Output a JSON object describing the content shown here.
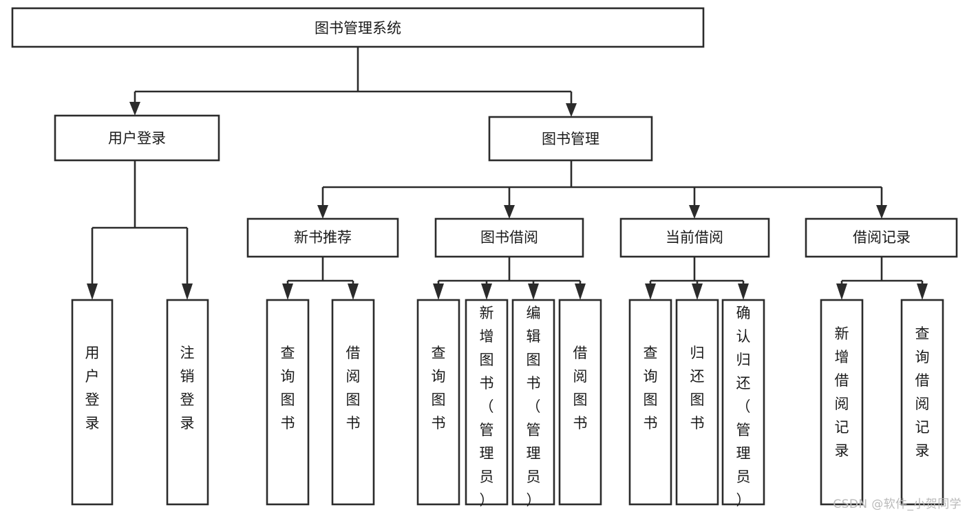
{
  "diagram": {
    "title": "图书管理系统",
    "type": "tree",
    "orientation": "top-down",
    "colors": {
      "box_fill": "#ffffff",
      "box_stroke": "#2b2b2b",
      "text": "#1a1a1a",
      "watermark": "#b9b9b9",
      "background": "#ffffff"
    }
  },
  "nodes": {
    "root": {
      "label": "图书管理系统",
      "level": 1,
      "orientation": "horizontal"
    },
    "level2": [
      {
        "id": "user-login",
        "label": "用户登录",
        "orientation": "horizontal"
      },
      {
        "id": "book-manage",
        "label": "图书管理",
        "orientation": "horizontal"
      }
    ],
    "level3": [
      {
        "id": "new-book-recommend",
        "label": "新书推荐",
        "parent": "book-manage",
        "orientation": "horizontal"
      },
      {
        "id": "book-borrow",
        "label": "图书借阅",
        "parent": "book-manage",
        "orientation": "horizontal"
      },
      {
        "id": "current-borrow",
        "label": "当前借阅",
        "parent": "book-manage",
        "orientation": "horizontal"
      },
      {
        "id": "borrow-record",
        "label": "借阅记录",
        "parent": "book-manage",
        "orientation": "horizontal"
      }
    ],
    "leaves": [
      {
        "id": "leaf-user-login",
        "label": "用户登录",
        "parent": "user-login",
        "orientation": "vertical"
      },
      {
        "id": "leaf-logout-login",
        "label": "注销登录",
        "parent": "user-login",
        "orientation": "vertical"
      },
      {
        "id": "leaf-query-book-1",
        "label": "查询图书",
        "parent": "new-book-recommend",
        "orientation": "vertical"
      },
      {
        "id": "leaf-borrow-book-1",
        "label": "借阅图书",
        "parent": "new-book-recommend",
        "orientation": "vertical"
      },
      {
        "id": "leaf-query-book-2",
        "label": "查询图书",
        "parent": "book-borrow",
        "orientation": "vertical"
      },
      {
        "id": "leaf-add-book-admin",
        "label": "新增图书（管理员）",
        "parent": "book-borrow",
        "orientation": "vertical"
      },
      {
        "id": "leaf-edit-book-admin",
        "label": "编辑图书（管理员）",
        "parent": "book-borrow",
        "orientation": "vertical"
      },
      {
        "id": "leaf-borrow-book-2",
        "label": "借阅图书",
        "parent": "book-borrow",
        "orientation": "vertical"
      },
      {
        "id": "leaf-query-book-3",
        "label": "查询图书",
        "parent": "current-borrow",
        "orientation": "vertical"
      },
      {
        "id": "leaf-return-book",
        "label": "归还图书",
        "parent": "current-borrow",
        "orientation": "vertical"
      },
      {
        "id": "leaf-confirm-return-admin",
        "label": "确认归还（管理员）",
        "parent": "current-borrow",
        "orientation": "vertical"
      },
      {
        "id": "leaf-add-borrow-record",
        "label": "新增借阅记录",
        "parent": "borrow-record",
        "orientation": "vertical"
      },
      {
        "id": "leaf-query-borrow-record",
        "label": "查询借阅记录",
        "parent": "borrow-record",
        "orientation": "vertical"
      }
    ]
  },
  "watermark": {
    "text": "CSDN @软件_小贺同学"
  }
}
